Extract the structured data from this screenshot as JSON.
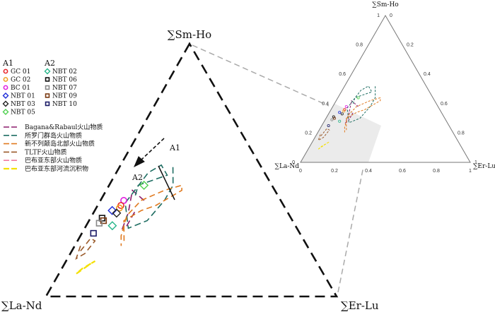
{
  "chart_data": {
    "type": "ternary",
    "axes": {
      "top": "∑Sm-Ho",
      "left": "∑La-Nd",
      "right": "∑Er-Lu"
    },
    "group_labels": [
      "A1",
      "A2"
    ],
    "legend_points": {
      "A1": [
        {
          "name": "GC 01",
          "color": "#e8262b",
          "marker": "circle"
        },
        {
          "name": "GC 02",
          "color": "#f0a020",
          "marker": "circle"
        },
        {
          "name": "BC 01",
          "color": "#e020e0",
          "marker": "circle"
        },
        {
          "name": "NBT 01",
          "color": "#1d2bd8",
          "marker": "diamond"
        },
        {
          "name": "NBT 03",
          "color": "#222222",
          "marker": "diamond"
        },
        {
          "name": "NBT 05",
          "color": "#4fd14f",
          "marker": "diamond"
        }
      ],
      "A2": [
        {
          "name": "NBT 02",
          "color": "#27b58a",
          "marker": "diamond-open"
        },
        {
          "name": "NBT 06",
          "color": "#111111",
          "marker": "square"
        },
        {
          "name": "NBT 07",
          "color": "#888888",
          "marker": "square"
        },
        {
          "name": "NBT 09",
          "color": "#7a3a12",
          "marker": "square"
        },
        {
          "name": "NBT 10",
          "color": "#1a1a66",
          "marker": "square"
        }
      ]
    },
    "legend_fields": [
      {
        "name": "Bagana&Rabaul火山物质",
        "color": "#8b1a6b"
      },
      {
        "name": "所罗门群岛火山物质",
        "color": "#1f6e63"
      },
      {
        "name": "新不列颠岛北部火山物质",
        "color": "#e07a20"
      },
      {
        "name": "TLTF火山物质",
        "color": "#9a5a2a"
      },
      {
        "name": "巴布亚东部火山物质",
        "color": "#f07aa0"
      },
      {
        "name": "巴布亚东部河流沉积物",
        "color": "#f4e000"
      }
    ],
    "inset_ticks": [
      "0",
      "0.2",
      "0.4",
      "0.6",
      "0.8",
      "1"
    ],
    "points": [
      {
        "name": "NBT 05",
        "la": 0.44,
        "sm": 0.44,
        "er": 0.12
      },
      {
        "name": "BC 01",
        "la": 0.54,
        "sm": 0.38,
        "er": 0.08
      },
      {
        "name": "GC 01",
        "la": 0.56,
        "sm": 0.36,
        "er": 0.08
      },
      {
        "name": "GC 02",
        "la": 0.57,
        "sm": 0.35,
        "er": 0.08
      },
      {
        "name": "NBT 01",
        "la": 0.6,
        "sm": 0.34,
        "er": 0.06
      },
      {
        "name": "NBT 03",
        "la": 0.59,
        "sm": 0.33,
        "er": 0.08
      },
      {
        "name": "NBT 06",
        "la": 0.65,
        "sm": 0.31,
        "er": 0.04
      },
      {
        "name": "NBT 09",
        "la": 0.65,
        "sm": 0.3,
        "er": 0.05
      },
      {
        "name": "NBT 07",
        "la": 0.67,
        "sm": 0.29,
        "er": 0.04
      },
      {
        "name": "NBT 02",
        "la": 0.63,
        "sm": 0.28,
        "er": 0.09
      },
      {
        "name": "NBT 10",
        "la": 0.71,
        "sm": 0.25,
        "er": 0.04
      }
    ],
    "fields": [
      {
        "name": "Bagana&Rabaul火山物质",
        "path": [
          [
            0.47,
            0.38,
            0.15
          ],
          [
            0.49,
            0.42,
            0.09
          ],
          [
            0.55,
            0.33,
            0.12
          ],
          [
            0.6,
            0.27,
            0.13
          ],
          [
            0.58,
            0.28,
            0.14
          ],
          [
            0.52,
            0.34,
            0.14
          ]
        ]
      },
      {
        "name": "所罗门群岛火山物质",
        "path": [
          [
            0.49,
            0.4,
            0.11
          ],
          [
            0.46,
            0.44,
            0.1
          ],
          [
            0.4,
            0.46,
            0.14
          ],
          [
            0.34,
            0.48,
            0.18
          ],
          [
            0.34,
            0.52,
            0.14
          ],
          [
            0.4,
            0.49,
            0.11
          ],
          [
            0.54,
            0.37,
            0.09
          ],
          [
            0.58,
            0.27,
            0.15
          ],
          [
            0.5,
            0.3,
            0.2
          ],
          [
            0.4,
            0.38,
            0.22
          ],
          [
            0.34,
            0.44,
            0.22
          ],
          [
            0.3,
            0.52,
            0.18
          ]
        ]
      },
      {
        "name": "新不列颠岛北部火山物质",
        "path": [
          [
            0.62,
            0.22,
            0.16
          ],
          [
            0.58,
            0.3,
            0.12
          ],
          [
            0.5,
            0.34,
            0.16
          ],
          [
            0.44,
            0.36,
            0.2
          ],
          [
            0.36,
            0.4,
            0.24
          ],
          [
            0.32,
            0.42,
            0.26
          ],
          [
            0.31,
            0.44,
            0.25
          ],
          [
            0.38,
            0.42,
            0.2
          ],
          [
            0.48,
            0.38,
            0.14
          ],
          [
            0.56,
            0.32,
            0.12
          ],
          [
            0.62,
            0.24,
            0.14
          ],
          [
            0.64,
            0.2,
            0.16
          ]
        ]
      },
      {
        "name": "TLTF火山物质",
        "path": [
          [
            0.79,
            0.18,
            0.03
          ],
          [
            0.73,
            0.23,
            0.04
          ],
          [
            0.72,
            0.22,
            0.06
          ],
          [
            0.78,
            0.17,
            0.05
          ],
          [
            0.82,
            0.15,
            0.03
          ],
          [
            0.78,
            0.2,
            0.02
          ]
        ]
      },
      {
        "name": "巴布亚东部河流沉积物",
        "path": [
          [
            0.85,
            0.09,
            0.06
          ],
          [
            0.78,
            0.13,
            0.09
          ],
          [
            0.76,
            0.14,
            0.1
          ],
          [
            0.82,
            0.11,
            0.07
          ],
          [
            0.85,
            0.09,
            0.06
          ]
        ]
      }
    ]
  }
}
